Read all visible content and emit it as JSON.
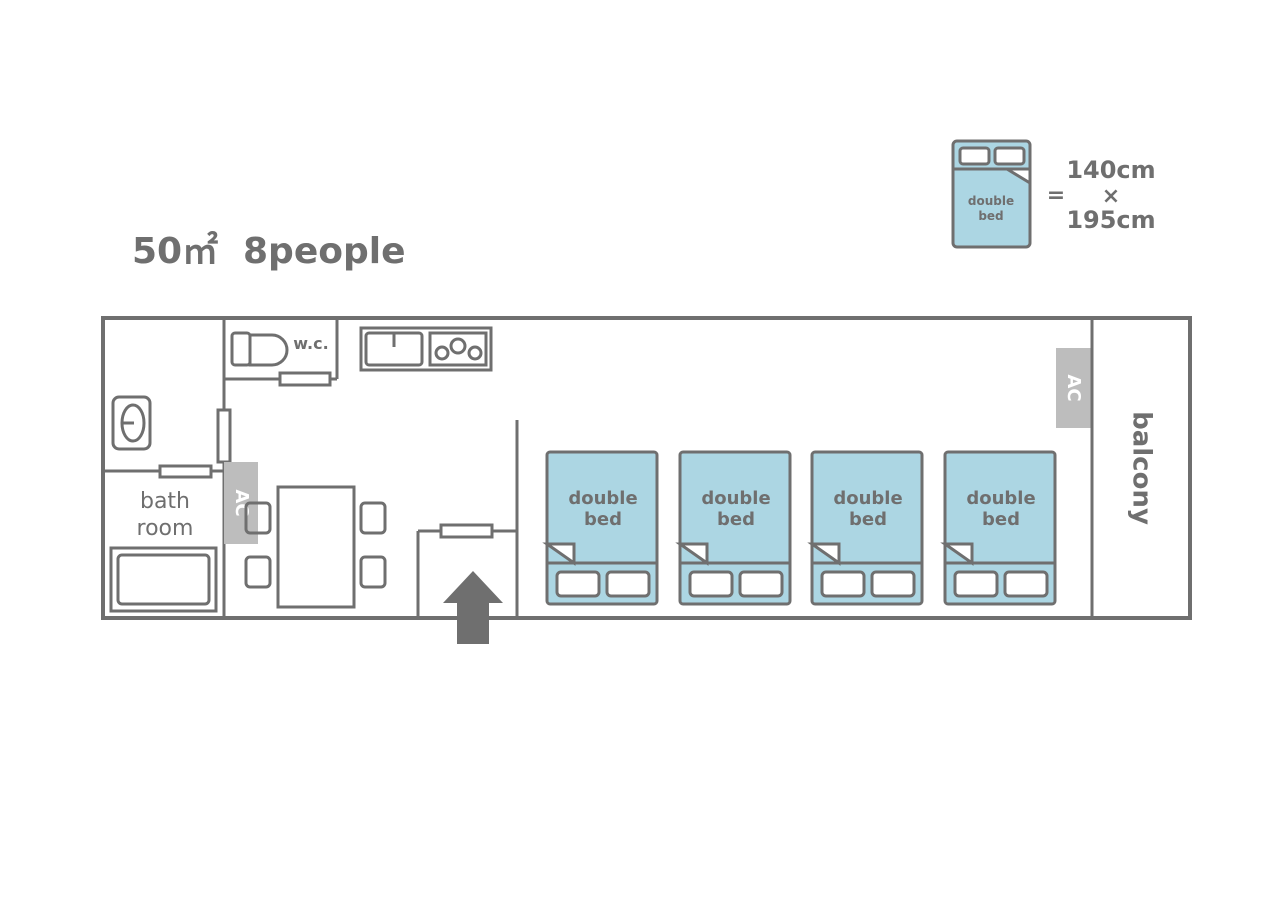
{
  "header": {
    "area": "50㎡",
    "capacity": "8people"
  },
  "legend": {
    "bed_label_line1": "double",
    "bed_label_line2": "bed",
    "equals": "=",
    "width": "140cm",
    "times": "×",
    "length": "195cm"
  },
  "rooms": {
    "wc": "w.c.",
    "bath_line1": "bath",
    "bath_line2": "room",
    "balcony": "balcony",
    "ac_left": "AC",
    "ac_right": "AC"
  },
  "beds": [
    {
      "line1": "double",
      "line2": "bed"
    },
    {
      "line1": "double",
      "line2": "bed"
    },
    {
      "line1": "double",
      "line2": "bed"
    },
    {
      "line1": "double",
      "line2": "bed"
    }
  ],
  "colors": {
    "bed": "#acd6e3",
    "wall": "#6f6f6f",
    "ac": "#bdbdbd"
  }
}
